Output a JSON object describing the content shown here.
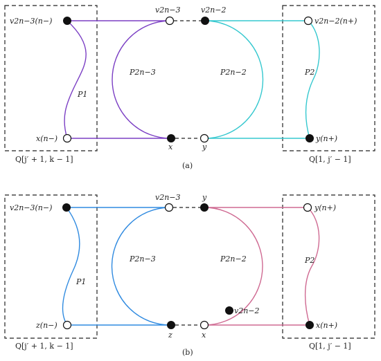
{
  "colors": {
    "purple": "#7b3fc4",
    "cyan": "#35c8cf",
    "blue": "#2f8ae0",
    "pink": "#cf6a92"
  },
  "panel_a": {
    "caption": "(a)",
    "left_box_label": "Q[j′ + 1, k − 1]",
    "right_box_label": "Q[1, j′ − 1]",
    "labels": {
      "top_left": "v2n−3(n−)",
      "bottom_left": "x(n−)",
      "p1": "P1",
      "top_mid_left": "v2n−3",
      "top_mid_right": "v2n−2",
      "p2n3": "P2n−3",
      "p2n2": "P2n−2",
      "bottom_mid_left": "x",
      "bottom_mid_right": "y",
      "top_right": "v2n−2(n+)",
      "p2": "P2",
      "bottom_right": "y(n+)"
    }
  },
  "panel_b": {
    "caption": "(b)",
    "left_box_label": "Q[j′ + 1, k − 1]",
    "right_box_label": "Q[1, j′ − 1]",
    "labels": {
      "top_left": "v2n−3(n−)",
      "bottom_left": "z(n−)",
      "p1": "P1",
      "top_mid_left": "v2n−3",
      "top_mid_right": "y",
      "p2n3": "P2n−3",
      "p2n2": "P2n−2",
      "mid_node": "v2n−2",
      "bottom_mid_left": "z",
      "bottom_mid_right": "x",
      "top_right": "y(n+)",
      "p2": "P2",
      "bottom_right": "x(n+)"
    }
  }
}
